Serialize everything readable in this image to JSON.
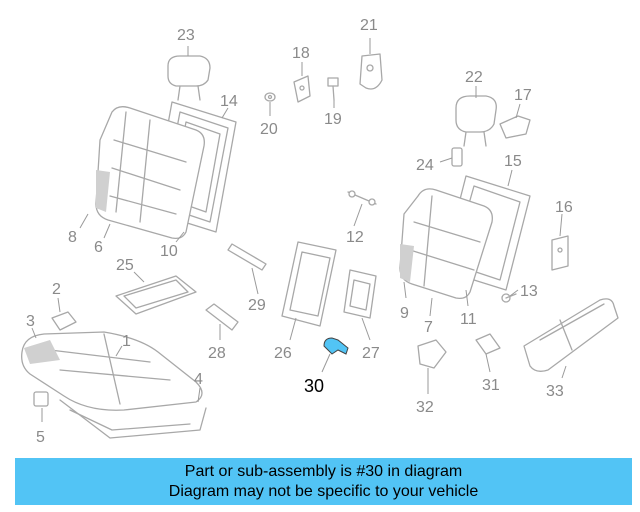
{
  "colors": {
    "banner_bg": "#52c4f5",
    "highlight_part": "#52c4f5",
    "line": "#a8a8a8"
  },
  "callouts": [
    "23",
    "21",
    "18",
    "14",
    "20",
    "19",
    "22",
    "17",
    "24",
    "15",
    "8",
    "6",
    "10",
    "12",
    "16",
    "2",
    "25",
    "29",
    "13",
    "3",
    "1",
    "9",
    "7",
    "11",
    "28",
    "26",
    "27",
    "30",
    "31",
    "4",
    "32",
    "33",
    "5"
  ],
  "highlighted_callout": "30",
  "banner": {
    "line1": "Part or sub-assembly is #30 in diagram",
    "line2": "Diagram may not be specific to your vehicle"
  }
}
